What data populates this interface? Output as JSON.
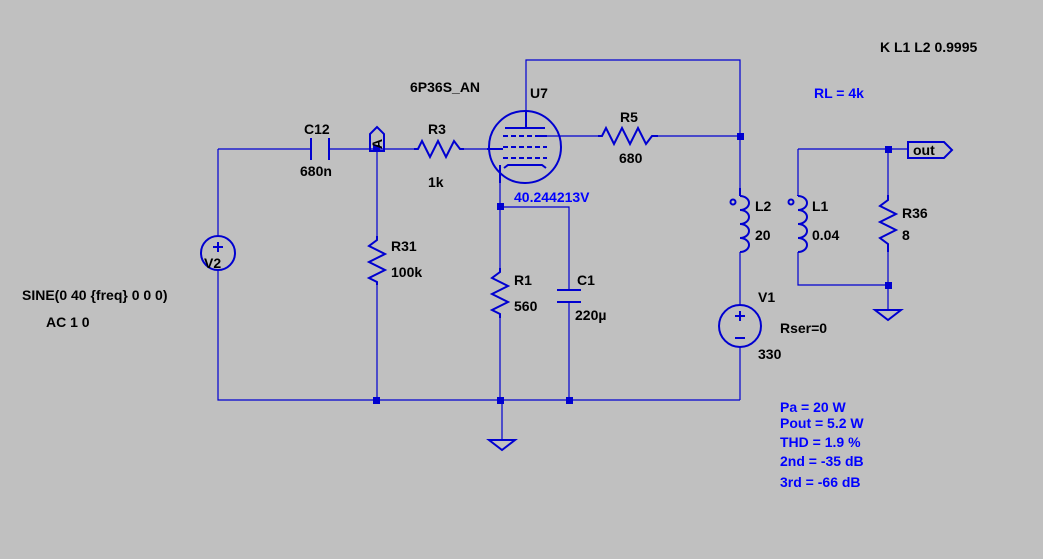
{
  "components": {
    "c12": {
      "name": "C12",
      "value": "680n"
    },
    "r3": {
      "name": "R3",
      "value": "1k"
    },
    "u7": {
      "name": "U7",
      "model": "6P36S_AN"
    },
    "r5": {
      "name": "R5",
      "value": "680"
    },
    "l2": {
      "name": "L2",
      "value": "20"
    },
    "l1": {
      "name": "L1",
      "value": "0.04"
    },
    "r36": {
      "name": "R36",
      "value": "8"
    },
    "r31": {
      "name": "R31",
      "value": "100k"
    },
    "r1": {
      "name": "R1",
      "value": "560"
    },
    "c1": {
      "name": "C1",
      "value": "220µ"
    },
    "v1": {
      "name": "V1",
      "value": "330",
      "extra": "Rser=0"
    },
    "v2": {
      "name": "V2",
      "source": "SINE(0 40 {freq} 0 0 0)",
      "ac": "AC 1 0"
    }
  },
  "net_labels": {
    "a": "A",
    "out": "out"
  },
  "node_voltage": "40.244213V",
  "directives": {
    "coupling": "K L1 L2 0.9995",
    "load": "RL = 4k"
  },
  "results": {
    "pa": "Pa = 20 W",
    "pout": "Pout = 5.2 W",
    "thd": "THD = 1.9 %",
    "h2": "2nd = -35 dB",
    "h3": "3rd = -66 dB"
  },
  "colors": {
    "background": "#c0c0c0",
    "wire": "#0000d0",
    "text": "#000000",
    "annotation": "#0000ff"
  }
}
